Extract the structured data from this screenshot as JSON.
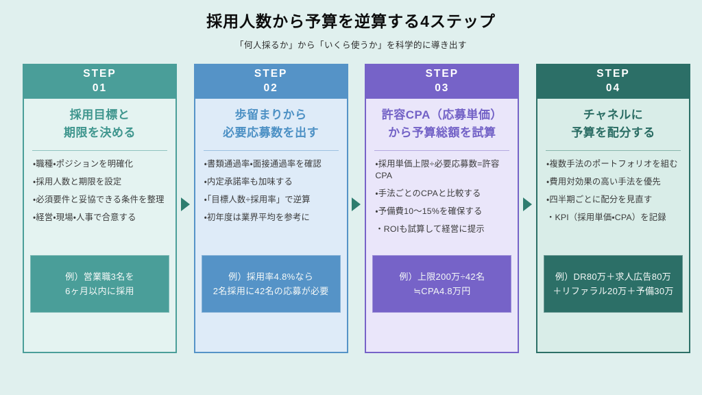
{
  "page": {
    "title": "採用人数から予算を逆算する4ステップ",
    "subtitle": "「何人採るか」から「いくら使うか」を科学的に導き出す",
    "background_color": "#E0F0EE",
    "arrow_icon": "arrow-right-triangle",
    "arrow_color": "#2E7D6F"
  },
  "steps": [
    {
      "step_label": "STEP",
      "step_number": "01",
      "title": "採用目標と\n期限を決める",
      "bullets": [
        "・職種・ポジションを明確化",
        "・採用人数と期限を設定",
        "・必須要件と妥協できる条件を整理",
        "・経営・現場・人事で合意する"
      ],
      "example": "例）営業職3名を\n6ヶ月以内に採用",
      "colors": {
        "accent": "#4A9E99",
        "body": "#E4F3F1",
        "title": "#3F968E",
        "divider": "#8FC3BF"
      }
    },
    {
      "step_label": "STEP",
      "step_number": "02",
      "title": "歩留まりから\n必要応募数を出す",
      "bullets": [
        "・書類通過率・面接通過率を確認",
        "・内定承諾率も加味する",
        "・「目標人数÷採用率」で逆算",
        "・初年度は業界平均を参考に"
      ],
      "example": "例）採用率4.8%なら\n2名採用に42名の応募が必要",
      "colors": {
        "accent": "#5593C7",
        "body": "#DEEBF8",
        "title": "#4C90C4",
        "divider": "#9CC0E0"
      }
    },
    {
      "step_label": "STEP",
      "step_number": "03",
      "title": "許容CPA（応募単価）\nから予算総額を試算",
      "bullets": [
        "・採用単価上限÷必要応募数=許容CPA",
        "・手法ごとのCPAと比較する",
        "・予備費10〜15%を確保する",
        "・ROIも試算して経営に提示"
      ],
      "example": "例）上限200万÷42名\n≒CPA4.8万円",
      "colors": {
        "accent": "#7663C8",
        "body": "#EAE6FA",
        "title": "#7261C6",
        "divider": "#B3A8E0"
      }
    },
    {
      "step_label": "STEP",
      "step_number": "04",
      "title": "チャネルに\n予算を配分する",
      "bullets": [
        "・複数手法のポートフォリオを組む",
        "・費用対効果の高い手法を優先",
        "・四半期ごとに配分を見直す",
        "・KPI（採用単価・CPA）を記録"
      ],
      "example": "例）DR80万＋求人広告80万\n＋リファラル20万＋予備30万",
      "colors": {
        "accent": "#2C6F67",
        "body": "#D9EDE8",
        "title": "#2A6C63",
        "divider": "#86B5AC"
      }
    }
  ]
}
